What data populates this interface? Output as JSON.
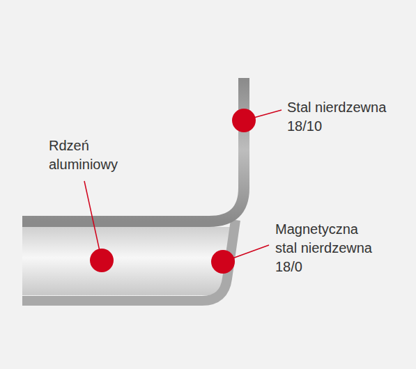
{
  "diagram": {
    "labels": [
      "Stal nierdzewna 18/10",
      "Rdzeń aluminiowy",
      "Magnetyczna stal nierdzewna 18/0"
    ]
  }
}
